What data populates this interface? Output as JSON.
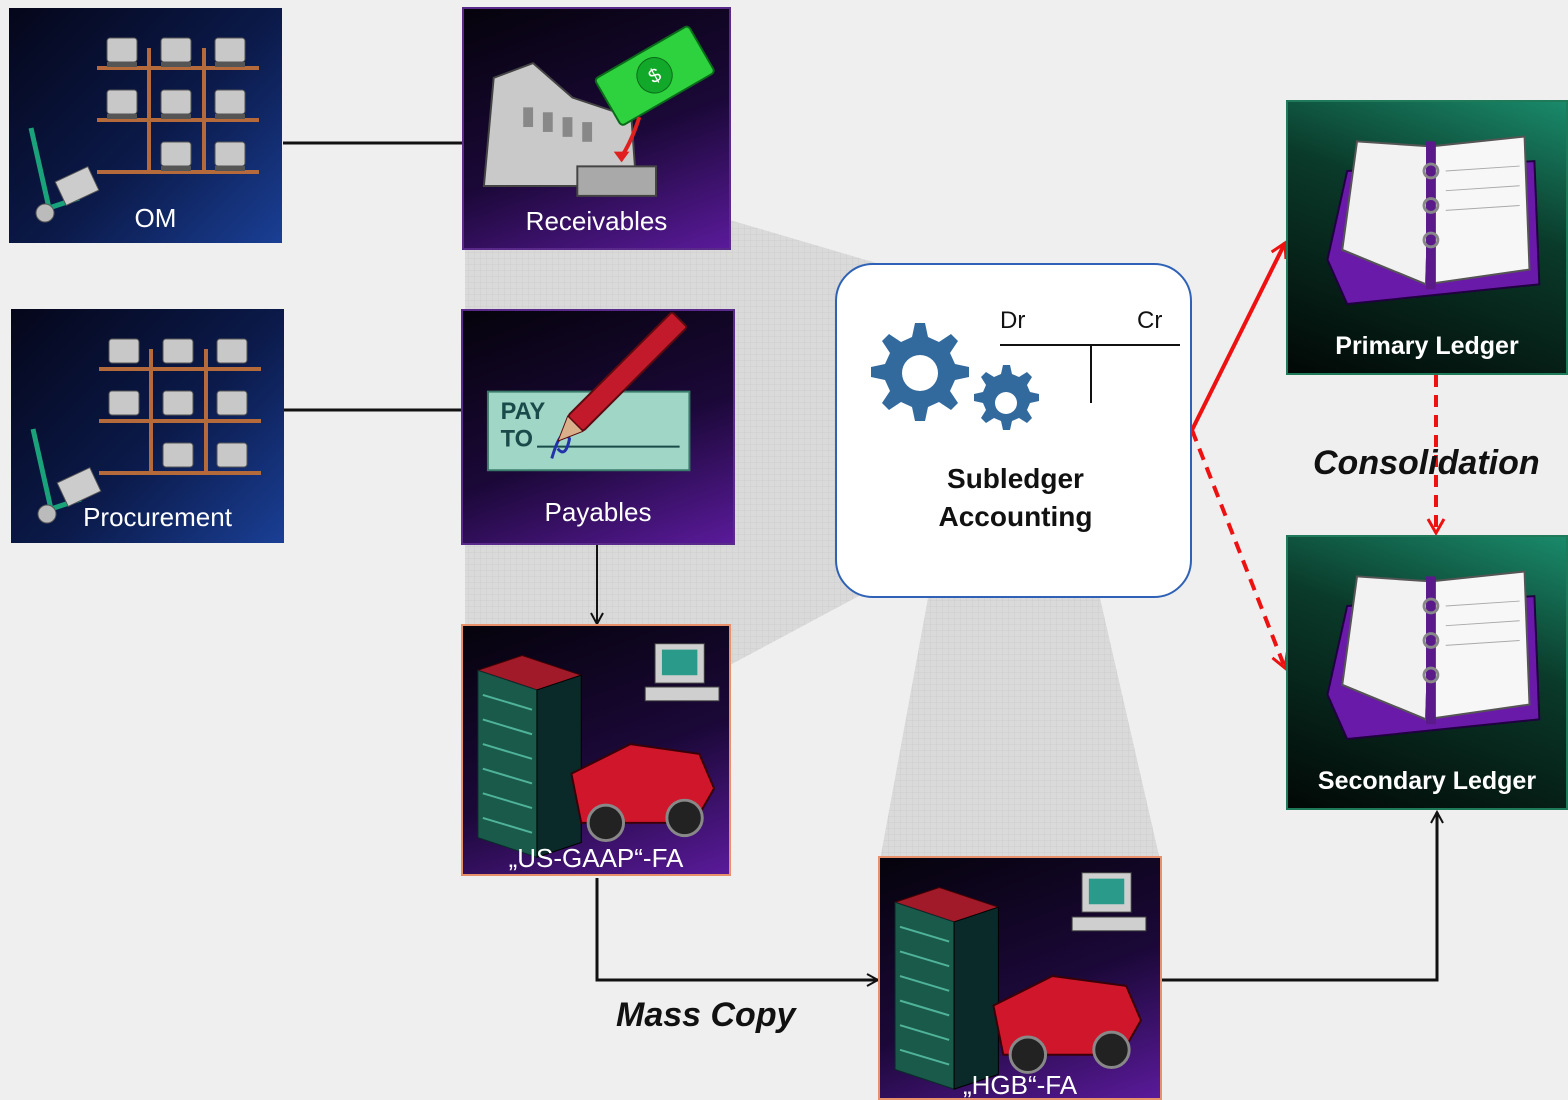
{
  "sources": {
    "om": {
      "label": "OM"
    },
    "procurement": {
      "label": "Procurement"
    }
  },
  "modules": {
    "receivables": {
      "label": "Receivables"
    },
    "payables": {
      "label": "Payables"
    },
    "us_gaap_fa": {
      "label": "„US-GAAP“-FA"
    },
    "hgb_fa": {
      "label": "„HGB“-FA"
    }
  },
  "subledger": {
    "title_line1": "Subledger",
    "title_line2": "Accounting",
    "debit": "Dr",
    "credit": "Cr"
  },
  "ledgers": {
    "primary": {
      "label": "Primary Ledger"
    },
    "secondary": {
      "label": "Secondary Ledger"
    }
  },
  "annotations": {
    "consolidation": "Consolidation",
    "mass_copy": "Mass Copy"
  },
  "colors": {
    "accent_red": "#ee1111",
    "box_border_blue": "#2f62b6",
    "teal_border": "#1f7a5a",
    "purple_border": "#5a2a8a",
    "salmon_border": "#e8906a"
  }
}
